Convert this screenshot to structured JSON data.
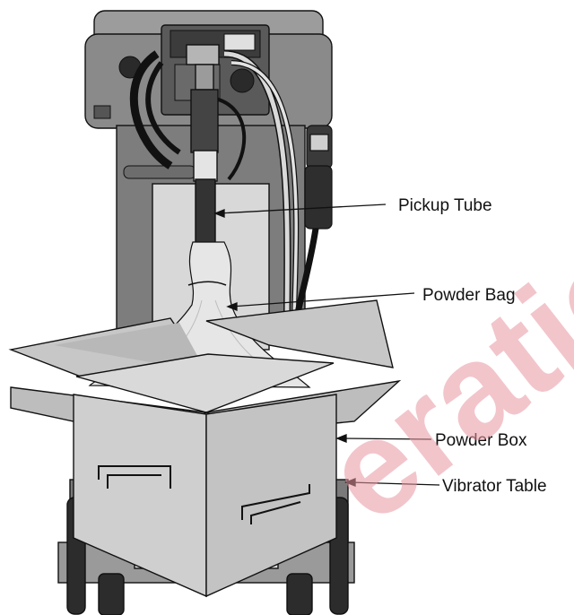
{
  "labels": {
    "pickup_tube": "Pickup Tube",
    "powder_bag": "Powder Bag",
    "powder_box": "Powder Box",
    "vibrator_table": "Vibrator Table"
  },
  "watermark": "eration",
  "colors": {
    "line": "#111111",
    "cabinet": "#8a8a8a",
    "cabinet_dark": "#4a4a4a",
    "box_face": "#cfcfcf",
    "box_flap": "#bdbdbd",
    "bag": "#e6e6e6",
    "table": "#7a7a7a",
    "watermark": "#e8969f"
  }
}
